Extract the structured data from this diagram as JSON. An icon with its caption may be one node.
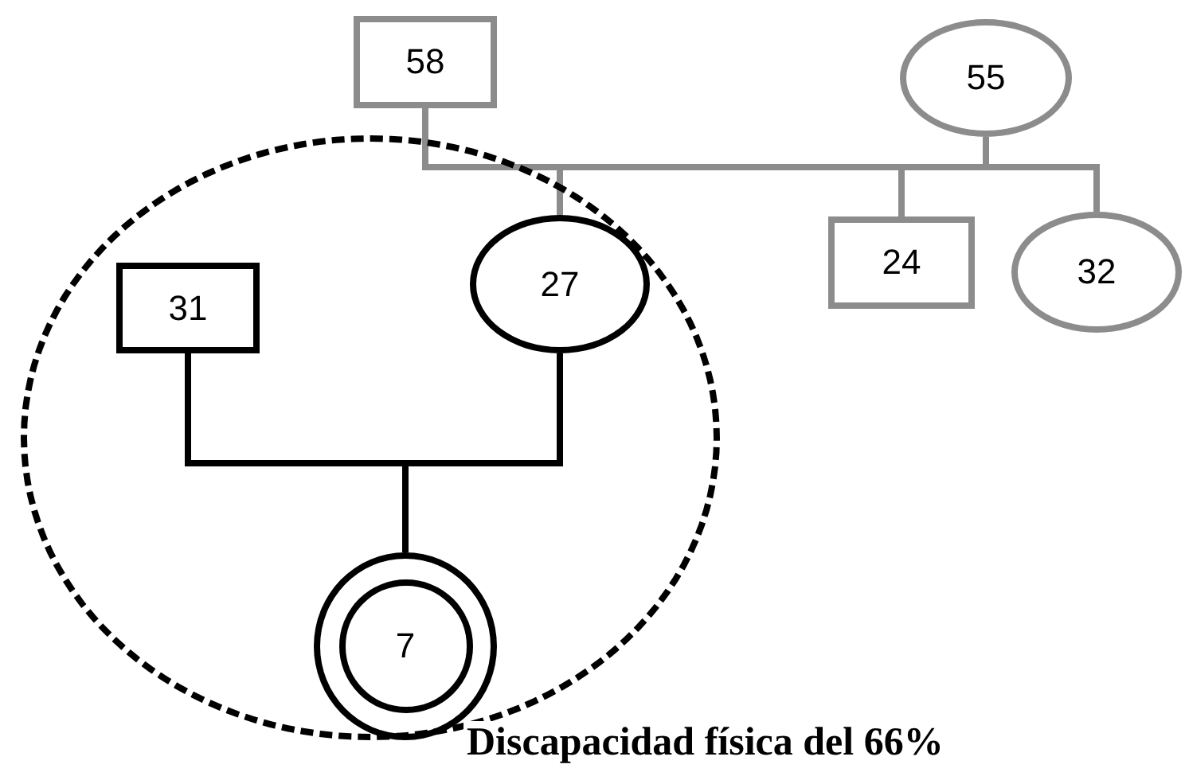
{
  "diagram": {
    "nodes": [
      {
        "text": [
          "58"
        ]
      },
      {
        "text": [
          "55"
        ]
      },
      {
        "text": [],
        "shape": "circle"
      },
      {
        "text": [
          "27"
        ],
        "in": 2
      },
      {
        "text": [
          "24"
        ]
      },
      {
        "text": [
          "32"
        ]
      },
      {
        "text": [
          "31"
        ],
        "in": 2
      },
      {
        "text": [
          "7"
        ],
        "in": 2,
        "beside": [
          "Discapacidad física del 66%"
        ]
      }
    ],
    "edges": [
      {
        "from": 0,
        "to": 3,
        "arrow": "none"
      },
      {
        "from": 0,
        "to": 4,
        "arrow": "none"
      },
      {
        "from": 0,
        "to": 5,
        "arrow": "none"
      },
      {
        "from": 1,
        "to": 3,
        "arrow": "none"
      },
      {
        "from": 1,
        "to": 4,
        "arrow": "none"
      },
      {
        "from": 1,
        "to": 5,
        "arrow": "none"
      },
      {
        "from": 6,
        "to": 7,
        "arrow": "none",
        "color": "#000000"
      },
      {
        "from": 3,
        "to": 7,
        "arrow": "none",
        "color": "#000000"
      }
    ]
  }
}
